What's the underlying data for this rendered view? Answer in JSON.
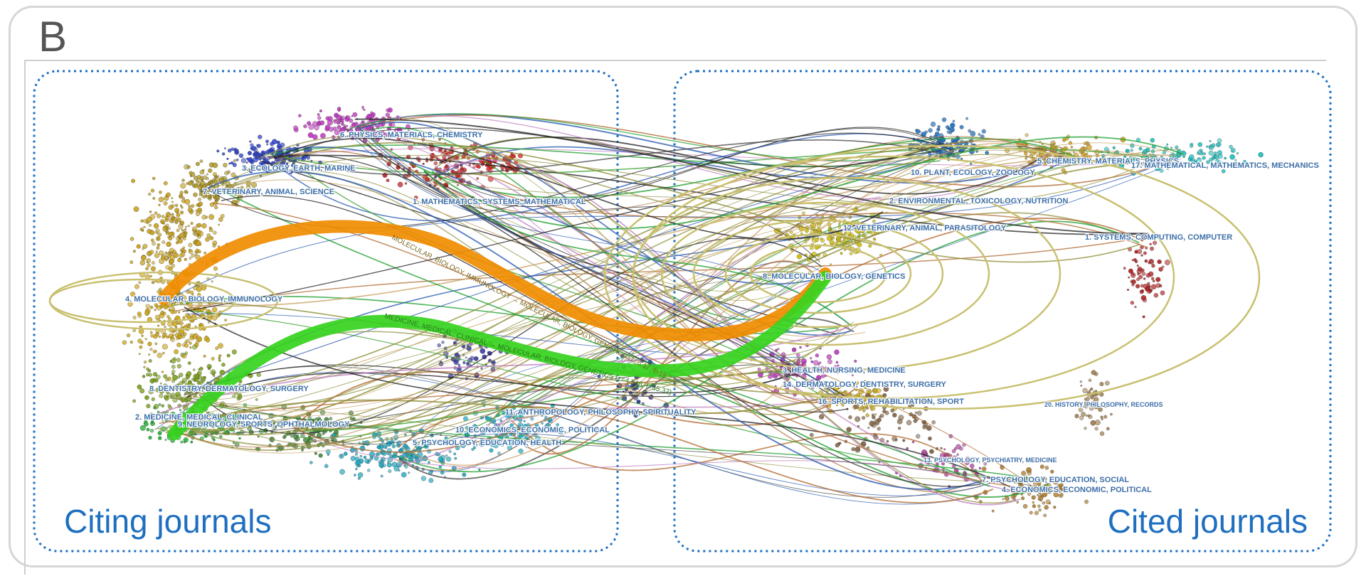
{
  "panel_letter": "B",
  "regions": {
    "citing_caption": "Citing journals",
    "cited_caption": "Cited journals"
  },
  "colors": {
    "region_border": "#1f6fc0",
    "caption": "#1f6fc0",
    "label_text": "#3d6fa8",
    "orange_path": "#f08c00",
    "green_path": "#36d21e"
  },
  "citing_labels": [
    {
      "text": "6. PHYSICS, MATERIALS, CHEMISTRY",
      "tone": "#c03ac0"
    },
    {
      "text": "3. ECOLOGY, EARTH, MARINE",
      "tone": "#2a3fc8"
    },
    {
      "text": "7. VETERINARY, ANIMAL, SCIENCE",
      "tone": "#b0a020"
    },
    {
      "text": "1. MATHEMATICS, SYSTEMS, MATHEMATICAL",
      "tone": "#d02020"
    },
    {
      "text": "4. MOLECULAR, BIOLOGY, IMMUNOLOGY",
      "tone": "#d4b000"
    },
    {
      "text": "8. DENTISTRY, DERMATOLOGY, SURGERY",
      "tone": "#5aa020"
    },
    {
      "text": "2. MEDICINE, MEDICAL, CLINICAL",
      "tone": "#20b040"
    },
    {
      "text": "9. NEUROLOGY, SPORTS, OPHTHALMOLOGY",
      "tone": "#20b040"
    },
    {
      "text": "10. ECONOMICS, ECONOMIC, POLITICAL",
      "tone": "#20a8c0"
    },
    {
      "text": "5. PSYCHOLOGY, EDUCATION, HEALTH",
      "tone": "#20a8c0"
    },
    {
      "text": "11. ANTHROPOLOGY, PHILOSOPHY, SPIRITUALITY",
      "tone": "#20a8c0"
    }
  ],
  "cited_labels": [
    {
      "text": "5. CHEMISTRY, MATERIALS, PHYSICS",
      "tone": "#d0a020"
    },
    {
      "text": "17. MATHEMATICAL, MATHEMATICS, MECHANICS",
      "tone": "#20c0c0"
    },
    {
      "text": "10. PLANT, ECOLOGY, ZOOLOGY",
      "tone": "#2070c0"
    },
    {
      "text": "2. ENVIRONMENTAL, TOXICOLOGY, NUTRITION",
      "tone": "#20a040"
    },
    {
      "text": "12. VETERINARY, ANIMAL, PARASITOLOGY",
      "tone": "#d0c020"
    },
    {
      "text": "1. SYSTEMS, COMPUTING, COMPUTER",
      "tone": "#c02020"
    },
    {
      "text": "8. MOLECULAR, BIOLOGY, GENETICS",
      "tone": "#d4d000"
    },
    {
      "text": "3. HEALTH, NURSING, MEDICINE",
      "tone": "#c040c0"
    },
    {
      "text": "14. DERMATOLOGY, DENTISTRY, SURGERY",
      "tone": "#c040c0"
    },
    {
      "text": "16. SPORTS, REHABILITATION, SPORT",
      "tone": "#d0a020"
    },
    {
      "text": "20. HISTORY, PHILOSOPHY, RECORDS",
      "tone": "#a08040"
    },
    {
      "text": "13. PSYCHOLOGY, PSYCHIATRY, MEDICINE",
      "tone": "#c040c0"
    },
    {
      "text": "7. PSYCHOLOGY, EDUCATION, SOCIAL",
      "tone": "#d0a020"
    },
    {
      "text": "4. ECONOMICS, ECONOMIC, POLITICAL",
      "tone": "#a06020"
    }
  ],
  "path_labels": [
    {
      "text": "MOLECULAR, BIOLOGY, IMMUNOLOGY → MOLECULAR, BIOLOGY, GENETICS (z=6.17, f=18.23)"
    },
    {
      "text": "MEDICINE, MEDICAL, CLINICAL → MOLECULAR, BIOLOGY, GENETICS (z=4.548, f=35.32)"
    }
  ]
}
